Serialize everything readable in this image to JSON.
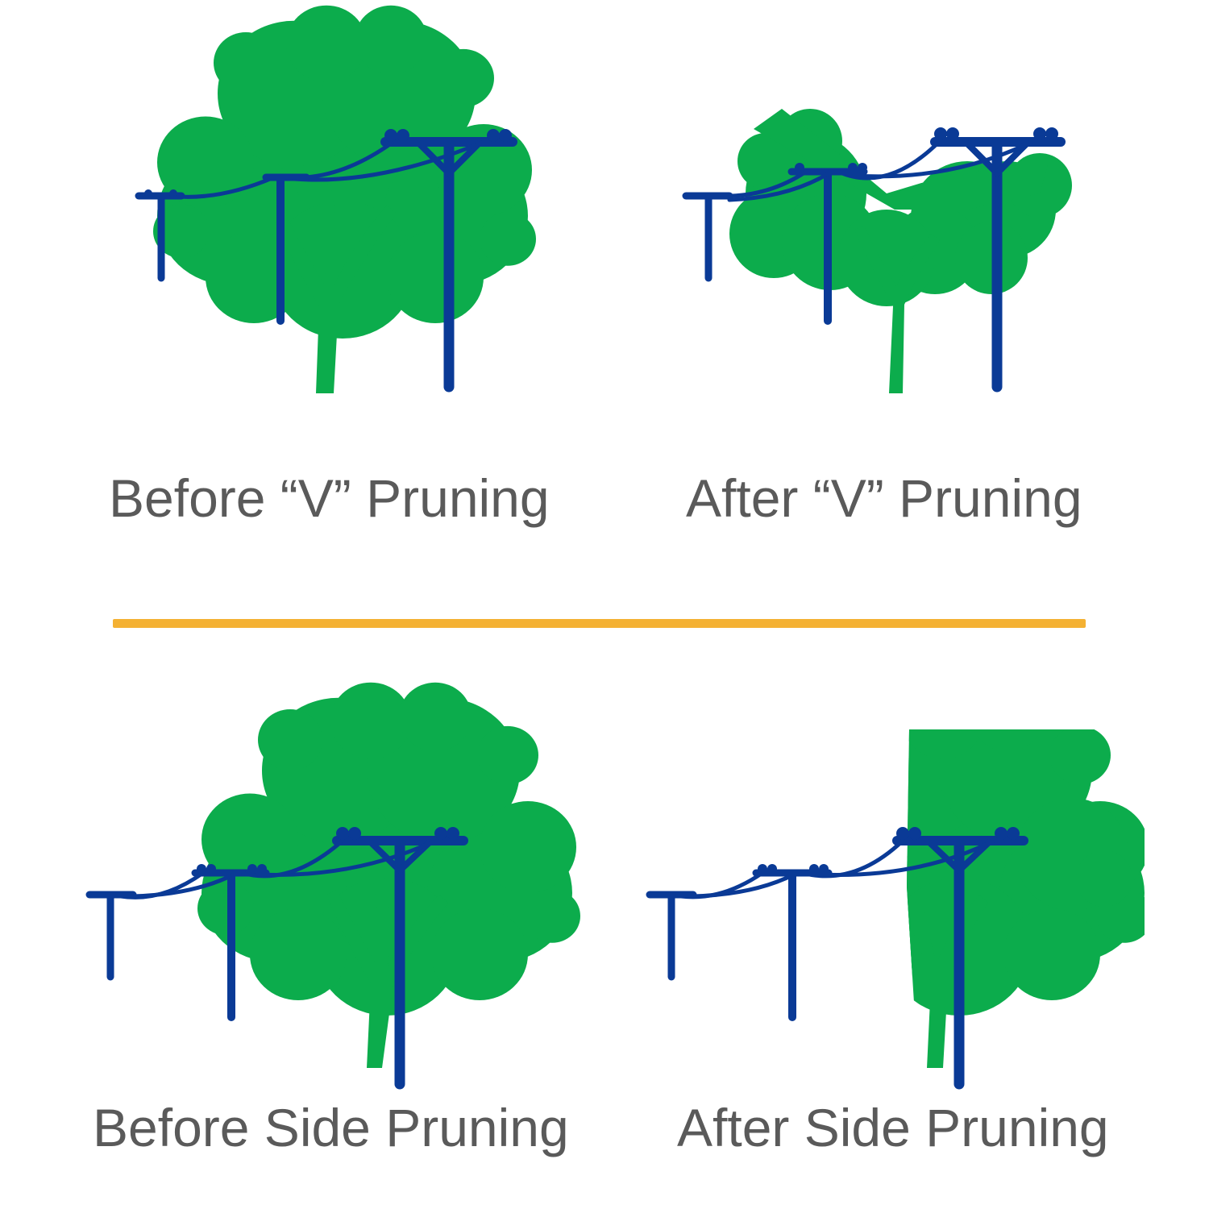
{
  "colors": {
    "tree_green": "#0cac4c",
    "pole_blue": "#0a3a96",
    "divider_orange": "#f4b133",
    "caption_gray": "#5a5a5a",
    "background": "#ffffff"
  },
  "panels": [
    {
      "id": "before-v",
      "caption": "Before “V” Pruning",
      "tree_state": "unpruned",
      "icon": "tree-with-power-lines"
    },
    {
      "id": "after-v",
      "caption": "After “V” Pruning",
      "tree_state": "v-pruned",
      "icon": "tree-with-power-lines"
    },
    {
      "id": "before-side",
      "caption": "Before Side Pruning",
      "tree_state": "unpruned",
      "icon": "tree-with-power-lines"
    },
    {
      "id": "after-side",
      "caption": "After Side Pruning",
      "tree_state": "side-pruned",
      "icon": "tree-with-power-lines"
    }
  ]
}
